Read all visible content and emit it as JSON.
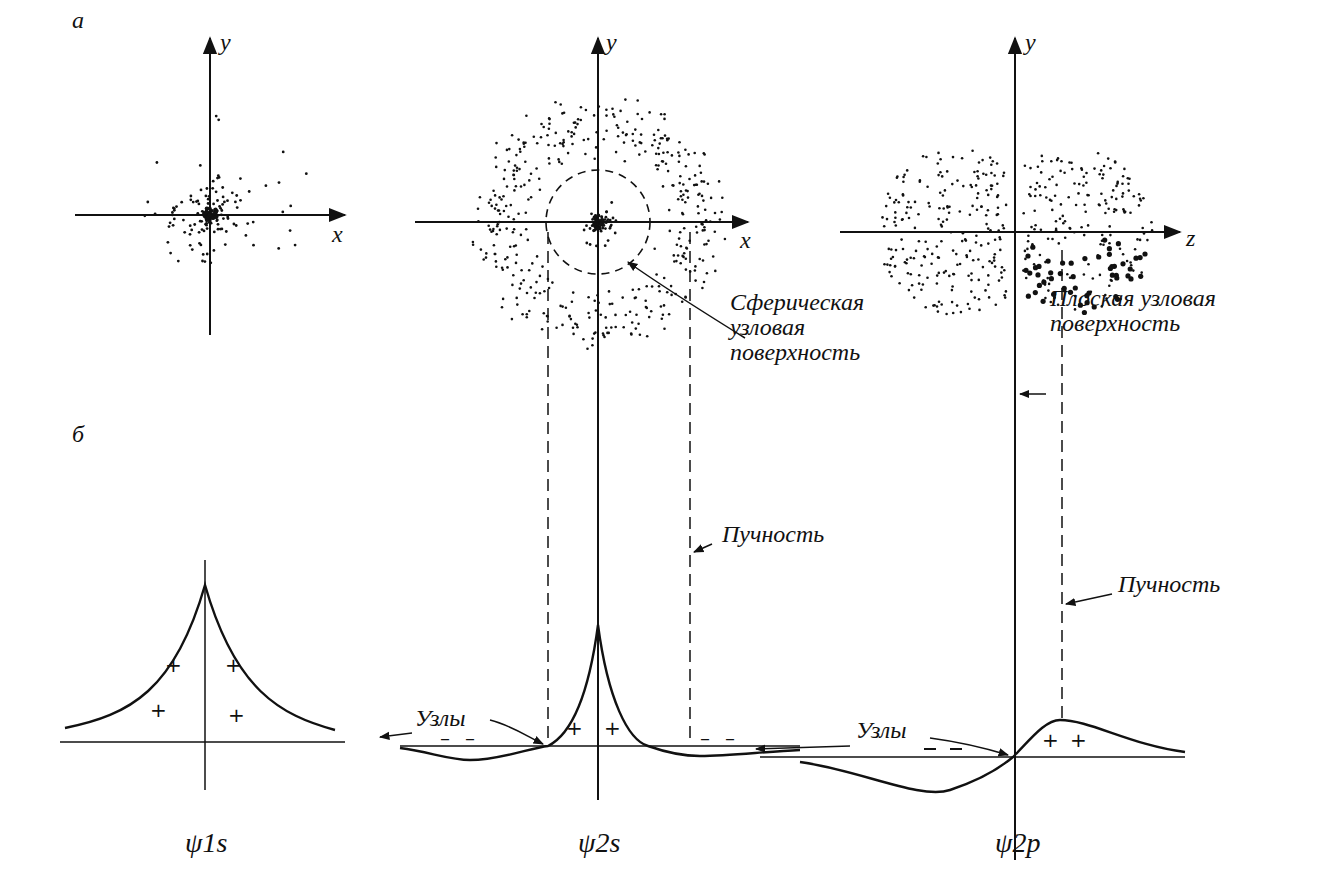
{
  "diagram": {
    "labels": [
      "а",
      "y",
      "x",
      "y",
      "x",
      "y",
      "z",
      "Сферическая узловая поверхность",
      "Плоская узловая поверхность",
      "б",
      "+",
      "+",
      "+",
      "+",
      "Пучность",
      "Пучность",
      "Узлы",
      "Узлы",
      "+",
      "+",
      "–",
      "–",
      "–",
      "–",
      "+",
      "+",
      "ψ1s",
      "ψ2s",
      "ψ2p"
    ]
  }
}
